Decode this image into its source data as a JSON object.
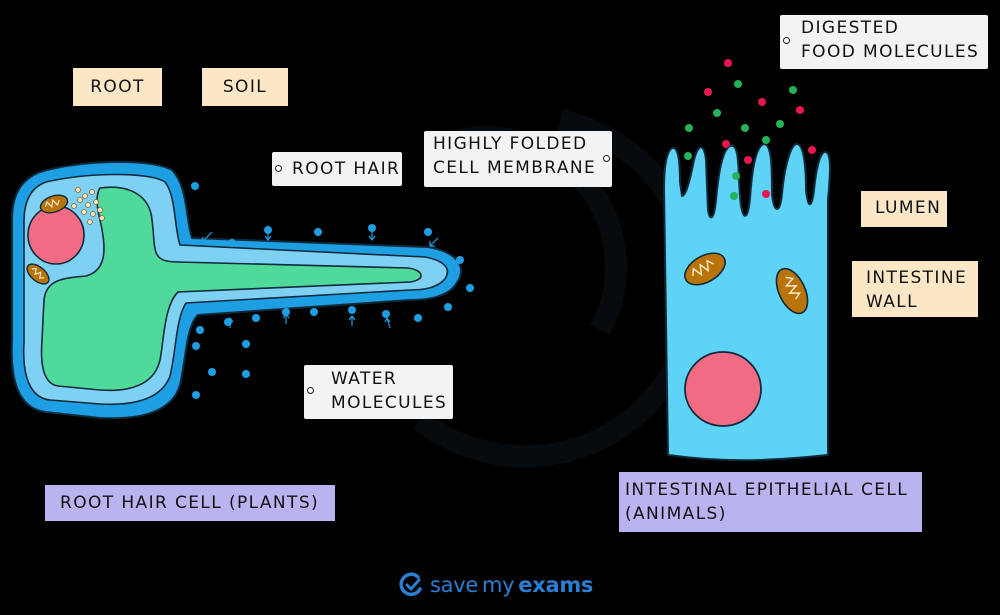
{
  "labels": {
    "root": "ROOT",
    "soil": "SOIL",
    "root_hair": "ROOT HAIR",
    "highly_folded": "HIGHLY FOLDED\nCELL MEMBRANE",
    "water_molecules": "WATER\nMOLECULES",
    "root_hair_cell": "ROOT HAIR CELL (PLANTS)",
    "digested_food": "DIGESTED\nFOOD MOLECULES",
    "lumen": "LUMEN",
    "intestine_wall": "INTESTINE\nWALL",
    "epithelial_cell": "INTESTINAL EPITHELIAL CELL\n(ANIMALS)"
  },
  "brand": {
    "word_1": "save",
    "word_2": "my",
    "word_3": "exams"
  },
  "colors": {
    "cell_wall": "#1e9fe3",
    "membrane": "#7fd1f3",
    "vacuole": "#4fd99a",
    "nucleus": "#f26b84",
    "mitochondrion": "#b8730a",
    "water": "#1e9fe3",
    "food_green": "#23b35a",
    "food_red": "#e8174f",
    "epithelial": "#5fd3f5",
    "label_peach": "#fbe7c6",
    "label_violet": "#b9b3f0",
    "brand_blue": "#2a7fd4"
  }
}
